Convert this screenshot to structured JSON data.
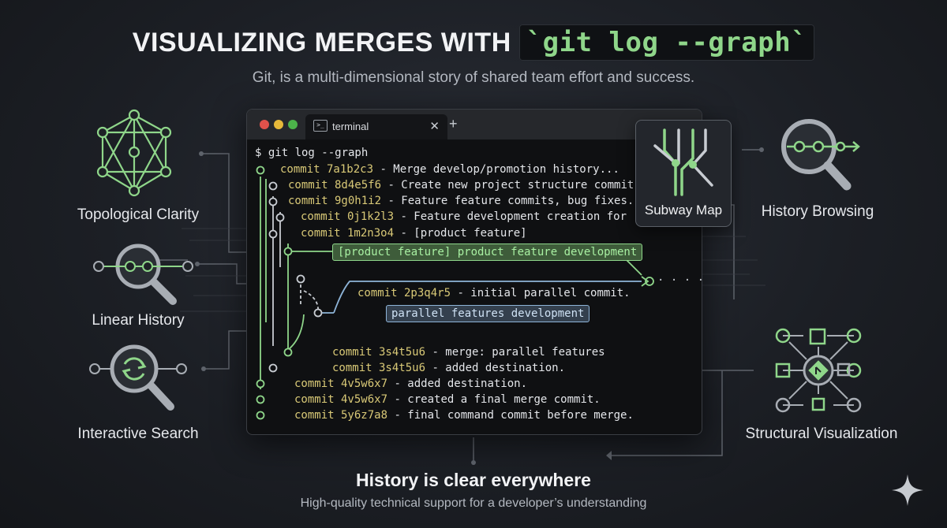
{
  "header": {
    "title_text": "VISUALIZING MERGES WITH ",
    "title_code": "`git log --graph`",
    "subtitle": "Git, is a multi-dimensional story of shared team effort and success."
  },
  "terminal": {
    "tab_label": "terminal",
    "tab_icon": ">_",
    "close_glyph": "✕",
    "new_tab_glyph": "+",
    "prompt": "$ git log --graph",
    "lines": [
      {
        "hash": "commit 7a1b2c3",
        "msg": " - Merge develop/promotion history..."
      },
      {
        "hash": "commit 8d4e5f6",
        "msg": " - Create new project structure commit."
      },
      {
        "hash": "commit 9g0h1i2",
        "msg": " - Feature feature commits, bug fixes."
      },
      {
        "hash": "commit 0j1k2l3",
        "msg": " - Feature development creation for"
      },
      {
        "hash": "commit 1m2n3o4",
        "msg": " - [product feature]"
      },
      {
        "hash": "commit 2p3q4r5",
        "msg": " - initial parallel commit."
      },
      {
        "hash": "commit 3s4t5u6",
        "msg": " - merge: parallel features"
      },
      {
        "hash": "commit 3s4t5u6",
        "msg": " - added destination."
      },
      {
        "hash": "commit 4v5w6x7",
        "msg": " - added destination."
      },
      {
        "hash": "commit 4v5w6x7",
        "msg": " - created a final merge commit."
      },
      {
        "hash": "commit 5y6z7a8",
        "msg": " - final command commit before merge."
      }
    ],
    "green_tag": "[product feature] product feature development",
    "blue_tag": "parallel features development",
    "ellipsis": "· · · ·"
  },
  "features": {
    "topological": "Topological Clarity",
    "linear": "Linear History",
    "search": "Interactive Search",
    "subway": "Subway Map",
    "browsing": "History Browsing",
    "structural": "Structural Visualization"
  },
  "icons": {
    "topological": "network-graph-icon",
    "linear": "magnifier-commit-icon",
    "search": "magnifier-refresh-icon",
    "subway": "subway-map-icon",
    "browsing": "magnifier-history-icon",
    "structural": "git-structure-icon",
    "sparkle": "sparkle-icon"
  },
  "footer": {
    "title": "History is clear everywhere",
    "subtitle": "High-quality technical support for a developer’s understanding"
  },
  "colors": {
    "accent_green": "#8fd68a",
    "accent_blue": "#8eb4d8",
    "hash_yellow": "#d9c977",
    "background": "#1c1f25"
  }
}
